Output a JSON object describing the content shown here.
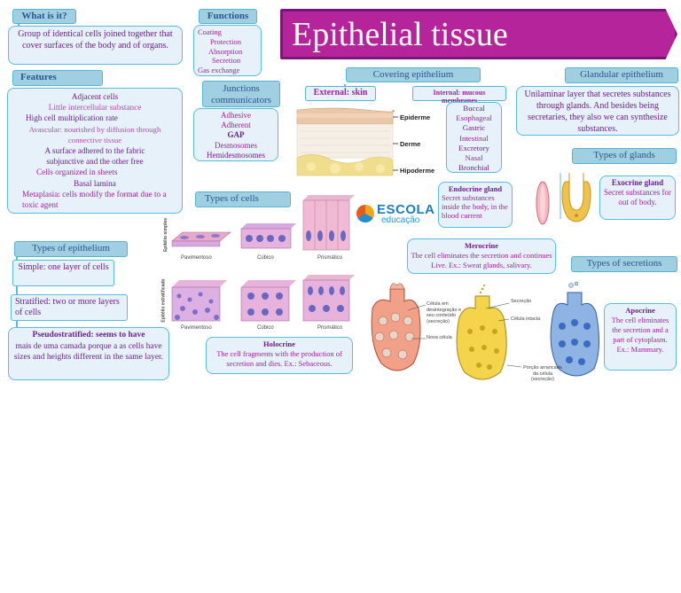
{
  "title": "Epithelial tissue",
  "what_is_it": {
    "header": "What is it?",
    "text": "Group of identical cells joined together that cover surfaces of the body and of organs."
  },
  "features": {
    "header": "Features",
    "items": [
      "Adjacent cells",
      "Little intercellular substance",
      "High cell multiplication rate",
      "Avascular: nourished by diffusion through connective tissue",
      "A surface adhered to the fabric",
      "subjunctive and the other free",
      "Cells organized in sheets",
      "Basal lamina",
      "Metaplasia: cells modify the format due to a toxic agent"
    ]
  },
  "functions": {
    "header": "Functions",
    "items": [
      "Coating",
      "Protection",
      "Absorption",
      "Secretion",
      "Gas exchange"
    ]
  },
  "junctions": {
    "header": "Junctions communicators",
    "items": [
      "Adhesive",
      "Adherent",
      "GAP",
      "Desmosomes",
      "Hemidesmosomes"
    ]
  },
  "covering": {
    "header": "Covering epithelium",
    "external_label": "External: skin",
    "internal_label": "Internal: mucous membranes",
    "internal_items": [
      "Buccal",
      "Esophageal",
      "Gastric",
      "Intestinal",
      "Excretory",
      "Nasal",
      "Bronchial"
    ],
    "skin_layers": [
      "Epiderme",
      "Derme",
      "Hipoderme"
    ]
  },
  "glandular": {
    "header": "Glandular epithelium",
    "text": "Unilaminar layer that secretes substances through glands. And besides being secretaries, they also we can synthesize substances.",
    "types_header": "Types of glands",
    "exocrine_title": "Exocrine gland",
    "exocrine_text": "Secret substances for out of body.",
    "endocrine_title": "Endocrine gland",
    "endocrine_text": "Secret substances inside the body, in the blood current"
  },
  "types_of_cells": {
    "header": "Types of cells",
    "simple_side_label": "Epitélio simples",
    "stratified_side_label": "Epitélio estratificado",
    "labels": [
      "Pavimentoso",
      "Cúbico",
      "Prismático"
    ]
  },
  "logo": {
    "top": "ESCOLA",
    "bottom": "educação"
  },
  "types_of_epithelium": {
    "header": "Types of epithelium",
    "simple": "Simple: one layer of cells",
    "stratified": "Stratified: two or more layers of cells",
    "pseudo_title": "Pseudostratified: seems to have",
    "pseudo_text": "mais de uma camada porque a as cells have sizes and heights different in the same layer."
  },
  "secretions": {
    "header": "Types of secretions",
    "merocrine_title": "Merocrine",
    "merocrine_text": "The cell eliminates the secretion and continues Live. Ex.: Sweat glands, salivary.",
    "holocrine_title": "Holocrine",
    "holocrine_text": "The cell fragments with the production of secretion and dies. Ex.: Sebaceous.",
    "apocrine_title": "Apocrine",
    "apocrine_text": "The cell eliminates the secretion and a part of cytoplasm. Ex.: Mammary.",
    "diagram_labels": {
      "celula_em": "Célula em desintegração e seu conteúdo (secreção)",
      "nova_celula": "Nova célula",
      "secrecao": "Secreção",
      "celula_intacta": "Célula intacta",
      "porcao": "Porção arrancada da célula (secreção)"
    }
  },
  "colors": {
    "accent": "#b6249b",
    "header_bg": "#9fcfe0",
    "box_bg": "#e6f1fa",
    "border": "#55bde0"
  }
}
